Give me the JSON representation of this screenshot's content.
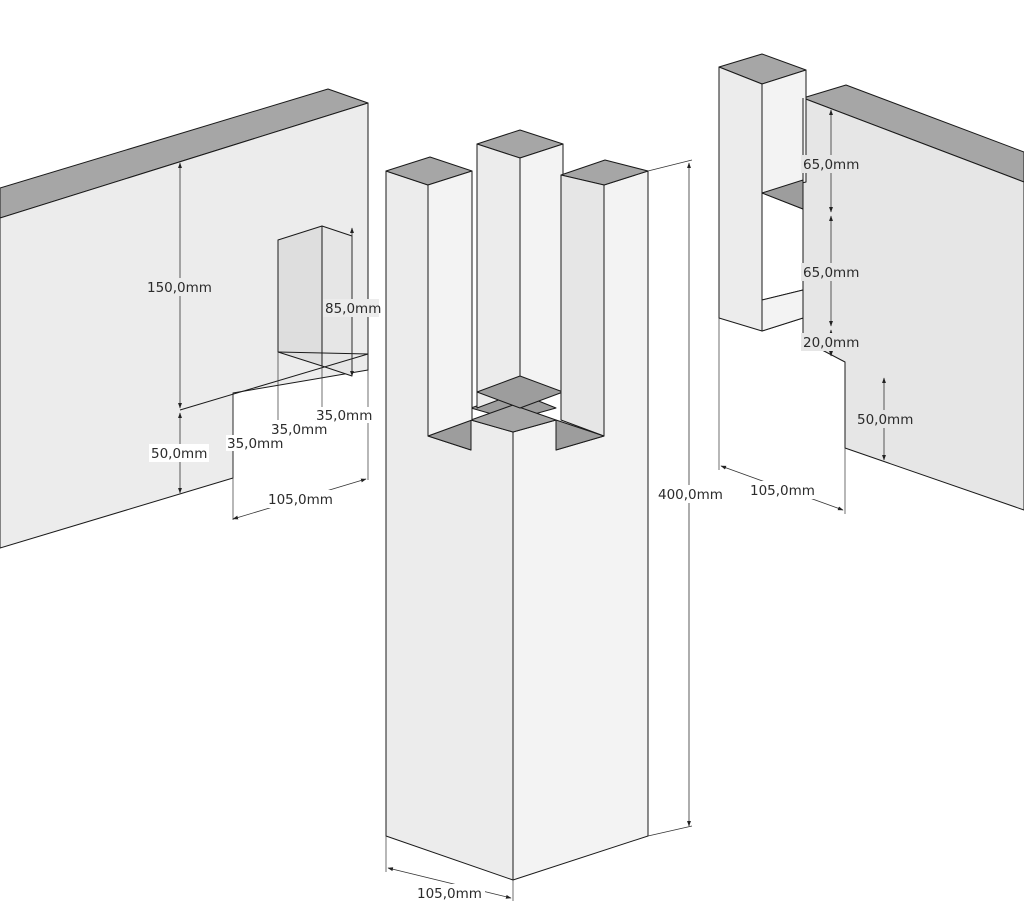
{
  "dimensions": {
    "left_beam_height": "150,0mm",
    "left_mortise_height": "85,0mm",
    "left_offset_right": "35,0mm",
    "left_offset_middle": "35,0mm",
    "left_offset_left": "35,0mm",
    "left_lower_height": "50,0mm",
    "left_width": "105,0mm",
    "post_height": "400,0mm",
    "post_width": "105,0mm",
    "right_upper_tenon": "65,0mm",
    "right_middle_gap": "65,0mm",
    "right_lower_step": "20,0mm",
    "right_bottom_height": "50,0mm",
    "right_width": "105,0mm"
  },
  "colors": {
    "top_face": "#a6a6a6",
    "side_face": "#ececec",
    "background": "#ffffff"
  }
}
